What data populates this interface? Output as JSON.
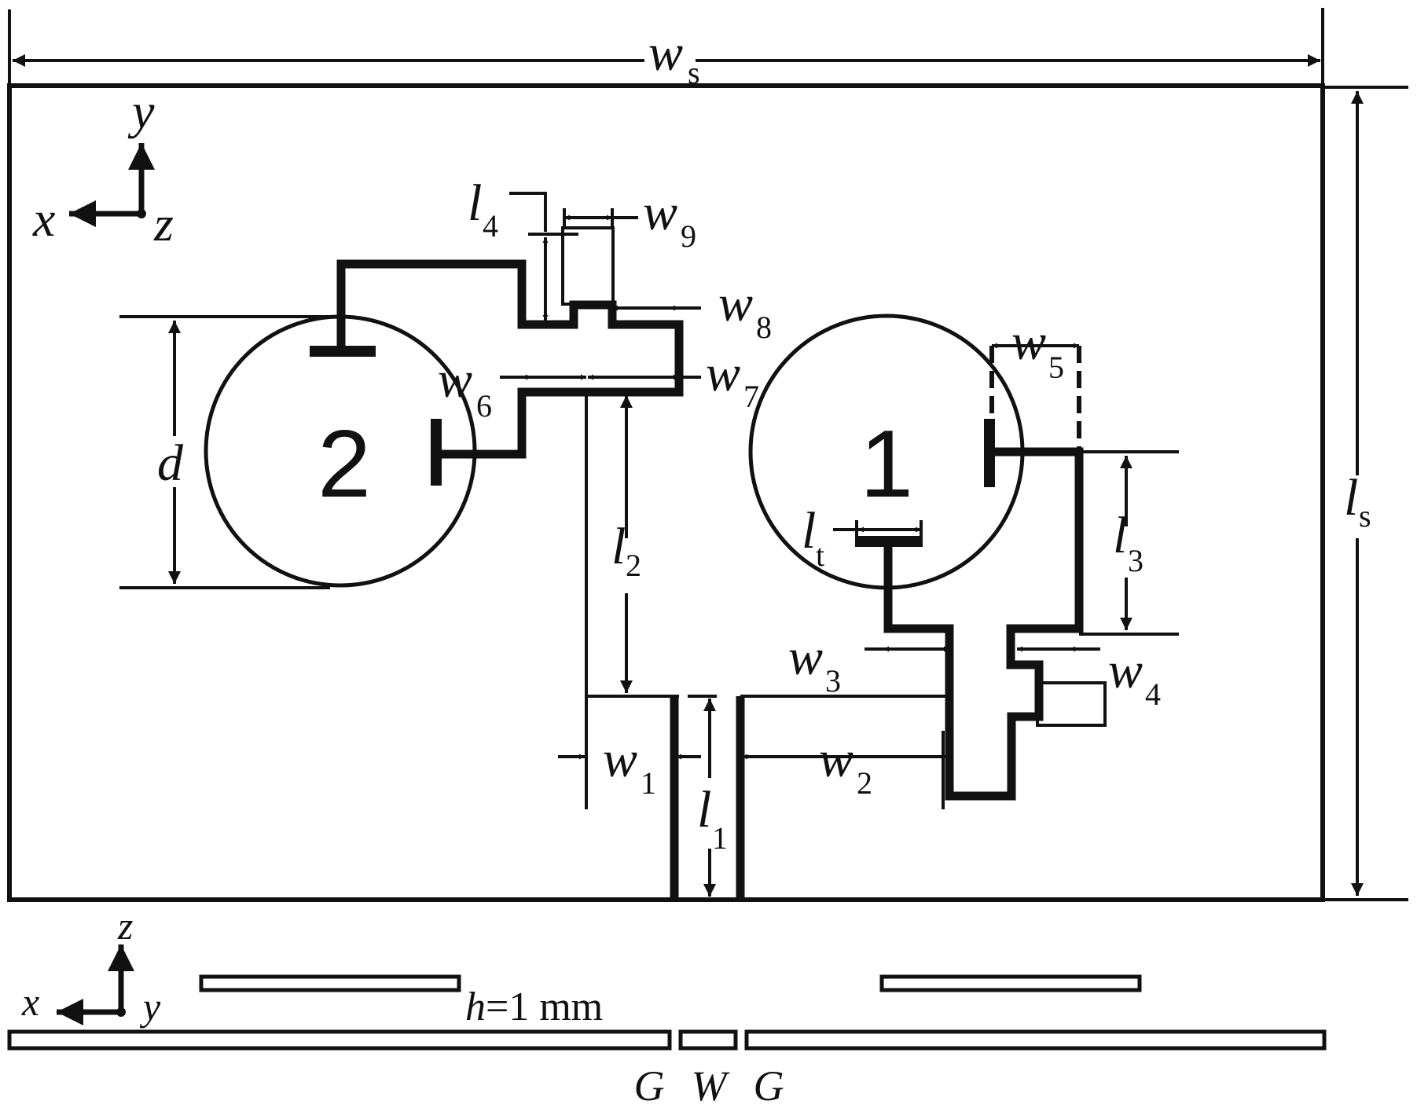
{
  "patch_labels": {
    "patch1": "1",
    "patch2": "2"
  },
  "dimension_labels": {
    "ws_main": "w",
    "ws_sub": "s",
    "ls_main": "l",
    "ls_sub": "s",
    "d": "d",
    "l1_main": "l",
    "l1_sub": "1",
    "l2_main": "l",
    "l2_sub": "2",
    "l3_main": "l",
    "l3_sub": "3",
    "l4_main": "l",
    "l4_sub": "4",
    "lt_main": "l",
    "lt_sub": "t",
    "w1_main": "w",
    "w1_sub": "1",
    "w2_main": "w",
    "w2_sub": "2",
    "w3_main": "w",
    "w3_sub": "3",
    "w4_main": "w",
    "w4_sub": "4",
    "w5_main": "w",
    "w5_sub": "5",
    "w6_main": "w",
    "w6_sub": "6",
    "w7_main": "w",
    "w7_sub": "7",
    "w8_main": "w",
    "w8_sub": "8",
    "w9_main": "w",
    "w9_sub": "9"
  },
  "axes_top": {
    "x": "x",
    "y": "y",
    "z": "z"
  },
  "axes_side": {
    "x": "x",
    "y": "y",
    "z": "z"
  },
  "side_view": {
    "h_var": "h",
    "h_value": "=1 mm",
    "label_g_left": "G",
    "label_w": "W",
    "label_g_right": "G"
  },
  "colors": {
    "stroke": "#111111",
    "background": "#ffffff"
  }
}
